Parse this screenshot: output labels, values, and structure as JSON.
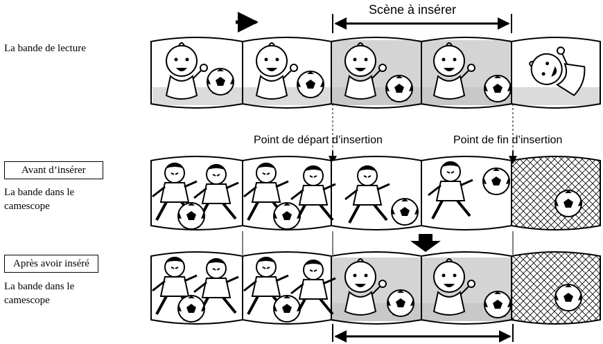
{
  "labels": {
    "playback_tape": "La bande de lecture",
    "scene_to_insert": "Scène à insérer",
    "insert_start_point": "Point de départ d’insertion",
    "insert_end_point": "Point de fin d’insertion",
    "before_insert": "Avant d’insérer",
    "tape_in_camcorder_1_line1": "La bande dans le",
    "tape_in_camcorder_1_line2": "camescope",
    "after_insert": "Après avoir inséré",
    "tape_in_camcorder_2_line1": "La bande dans le",
    "tape_in_camcorder_2_line2": "camescope"
  },
  "colors": {
    "ink": "#000000",
    "frame_fill": "#ffffff",
    "inserted_shade": "#d4d4d4",
    "floor_shade": "#bdbdbd"
  }
}
